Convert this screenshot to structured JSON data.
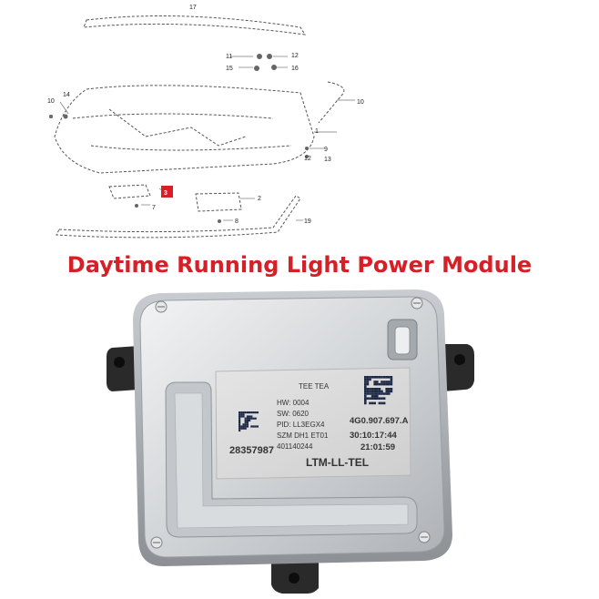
{
  "diagram": {
    "callouts": [
      "17",
      "11",
      "12",
      "15",
      "16",
      "14",
      "10",
      "10",
      "1",
      "9",
      "12",
      "13",
      "3",
      "7",
      "2",
      "8",
      "19"
    ],
    "highlight_callout": "3"
  },
  "headline": "Daytime Running Light Power Module",
  "label": {
    "header": "TEE TEA",
    "hw": "HW: 0004",
    "sw": "SW: 0620",
    "pid": "PID: LL3EGX4",
    "szm": "SZM DH1 ET01",
    "serial": "28357987",
    "code": "401140244",
    "part_number": "4G0.907.697.A",
    "date": "30:10:17:44",
    "time": "21:01:59",
    "model": "LTM-LL-TEL"
  }
}
